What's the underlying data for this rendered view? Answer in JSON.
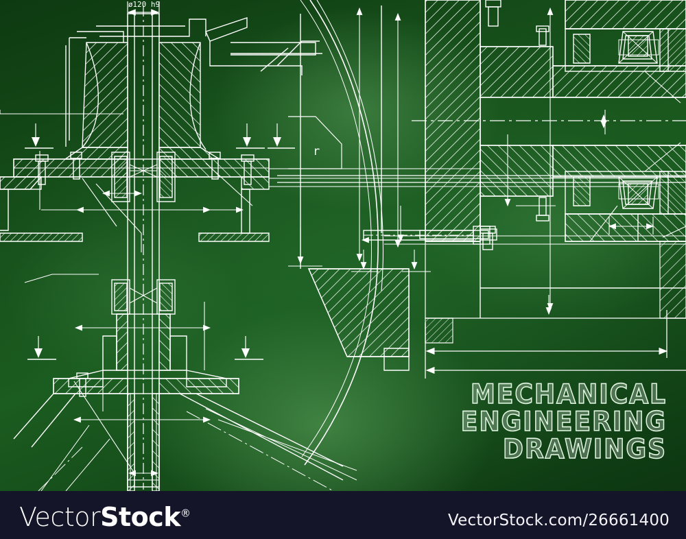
{
  "artwork": {
    "kind": "mechanical-engineering-blueprint",
    "background_color": "#17511b",
    "line_color": "#ffffff",
    "annotations": {
      "top_diameter_dimension": "ø120 h9",
      "radius_note": "r"
    }
  },
  "title": {
    "line1": "MECHANICAL",
    "line2": "ENGINEERING",
    "line3": "DRAWINGS",
    "stroke_color": "#ecffec"
  },
  "footer": {
    "background_color": "#15152a",
    "logo_light": "Vector",
    "logo_bold": "Stock",
    "logo_mark": "®",
    "url": "VectorStock.com/26661400"
  }
}
